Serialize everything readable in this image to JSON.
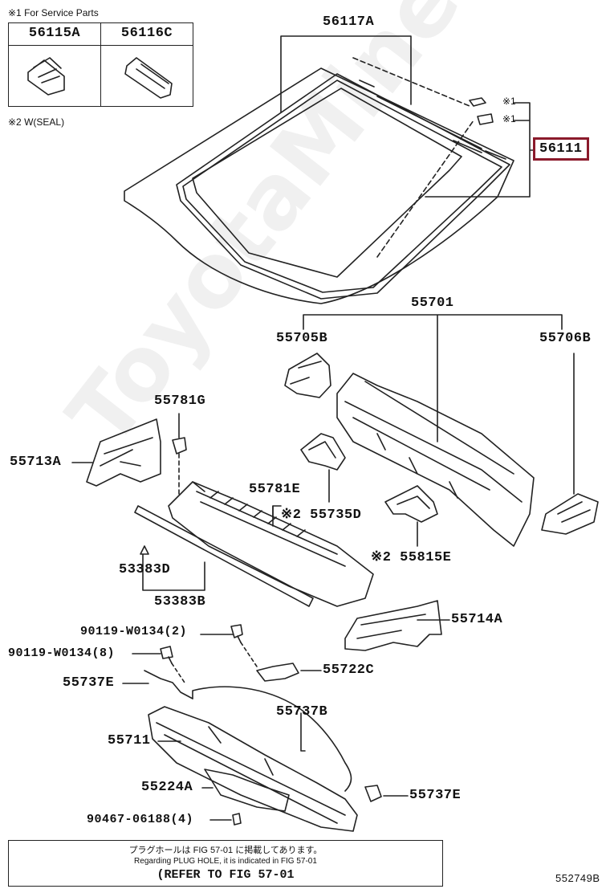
{
  "header_notes": {
    "service_parts_note": "※1 For Service Parts",
    "seal_note": "※2 W(SEAL)"
  },
  "service_parts": [
    "56115A",
    "56116C"
  ],
  "parts": {
    "p56117A": "56117A",
    "p56111": "56111",
    "mark1a": "※1",
    "mark1b": "※1",
    "p55701": "55701",
    "p55705B": "55705B",
    "p55706B": "55706B",
    "p55781G": "55781G",
    "p55713A": "55713A",
    "p55781E": "55781E",
    "p55735D": "※2 55735D",
    "p55815E": "※2 55815E",
    "p53383D": "53383D",
    "p53383B": "53383B",
    "p55714A": "55714A",
    "p90119a": "90119-W0134(2)",
    "p90119b": "90119-W0134(8)",
    "p55722C": "55722C",
    "p55737E_left": "55737E",
    "p55737B": "55737B",
    "p55711": "55711",
    "p55224A": "55224A",
    "p55737E_right": "55737E",
    "p90467": "90467-06188(4)"
  },
  "highlighted_part": "56111",
  "highlight_color": "#8b1a2b",
  "reference_box": {
    "japanese": "プラグホールは FIG 57-01 に掲載してあります。",
    "english": "Regarding PLUG HOLE, it is indicated in FIG 57-01",
    "refer": "(REFER TO FIG 57-01"
  },
  "figure_code": "552749B",
  "watermark": "ToyotaMine.ru"
}
